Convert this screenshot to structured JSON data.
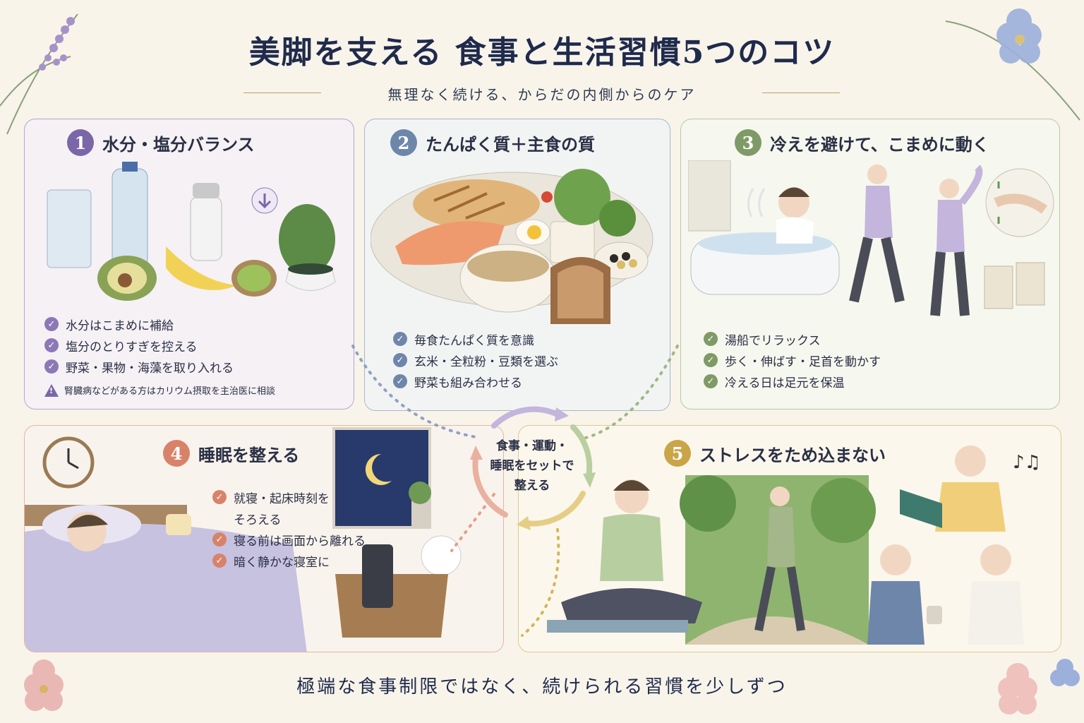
{
  "title": "美脚を支える 食事と生活習慣5つのコツ",
  "subtitle": "無理なく続ける、からだの内側からのケア",
  "sections": [
    {
      "num": "1",
      "title": "水分・塩分バランス",
      "color": "#7b66a8",
      "items": [
        "水分はこまめに補給",
        "塩分のとりすぎを控える",
        "野菜・果物・海藻を取り入れる"
      ],
      "note": "腎臓病などがある方はカリウム摂取を主治医に相談"
    },
    {
      "num": "2",
      "title": "たんぱく質＋主食の質",
      "color": "#6f86ab",
      "items": [
        "毎食たんぱく質を意識",
        "玄米・全粒粉・豆類を選ぶ",
        "野菜も組み合わせる"
      ]
    },
    {
      "num": "3",
      "title": "冷えを避けて、こまめに動く",
      "color": "#7f9a66",
      "items": [
        "湯船でリラックス",
        "歩く・伸ばす・足首を動かす",
        "冷える日は足元を保温"
      ]
    },
    {
      "num": "4",
      "title": "睡眠を整える",
      "color": "#d9826a",
      "items": [
        "就寝・起床時刻を",
        "そろえる",
        "寝る前は画面から離れる",
        "暗く静かな寝室に"
      ]
    },
    {
      "num": "5",
      "title": "ストレスをため込まない",
      "color": "#c9a548"
    }
  ],
  "center": {
    "line1": "食事・運動・",
    "line2": "睡眠をセットで",
    "line3": "整える"
  },
  "footer": "極端な食事制限ではなく、続けられる習慣を少しずつ"
}
